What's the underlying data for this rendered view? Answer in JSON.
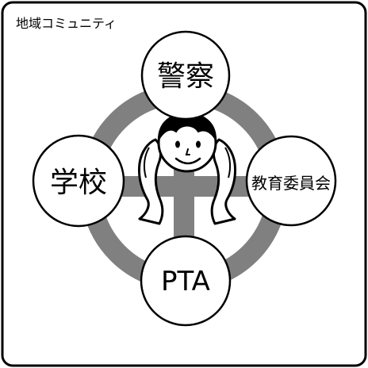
{
  "frame": {
    "title": "地域コミュニティ"
  },
  "nodes": {
    "top": "警察",
    "left": "学校",
    "right": "教育委員会",
    "bottom": "PTA"
  },
  "center": {
    "figure": "child-face-held-by-hands-icon"
  },
  "colors": {
    "ring": "#808080",
    "stroke": "#000000",
    "fill": "#ffffff"
  }
}
